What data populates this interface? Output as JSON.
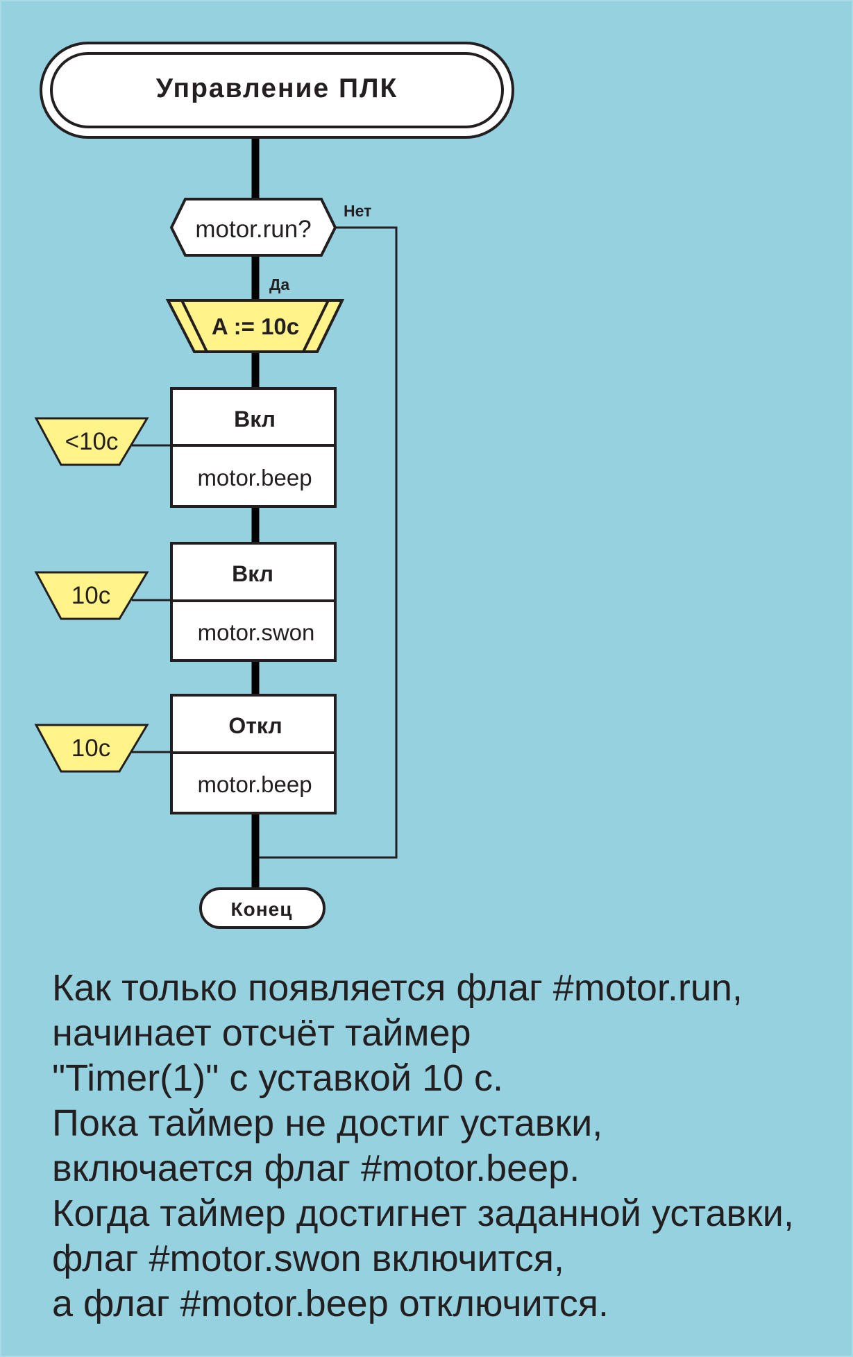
{
  "title": "Управление ПЛК",
  "decision": {
    "label": "motor.run?",
    "no_label": "Нет",
    "yes_label": "Да"
  },
  "preparation": {
    "label": "A := 10c"
  },
  "actions": [
    {
      "state": "Вкл",
      "flag": "motor.beep",
      "condition": "<10c"
    },
    {
      "state": "Вкл",
      "flag": "motor.swon",
      "condition": "10c"
    },
    {
      "state": "Откл",
      "flag": "motor.beep",
      "condition": "10c"
    }
  ],
  "end_label": "Конец",
  "description": [
    "Как только появляется флаг #motor.run,",
    "начинает отсчёт таймер",
    "\"Timer(1)\" с уставкой 10 с.",
    "Пока таймер не достиг уставки,",
    "включается флаг #motor.beep.",
    "Когда таймер достигнет заданной уставки,",
    "флаг #motor.swon включится,",
    "а флаг #motor.beep отключится."
  ],
  "colors": {
    "background": "#96d1df",
    "condition_fill": "#fff38a",
    "box_fill": "#ffffff",
    "stroke": "#231f20"
  }
}
